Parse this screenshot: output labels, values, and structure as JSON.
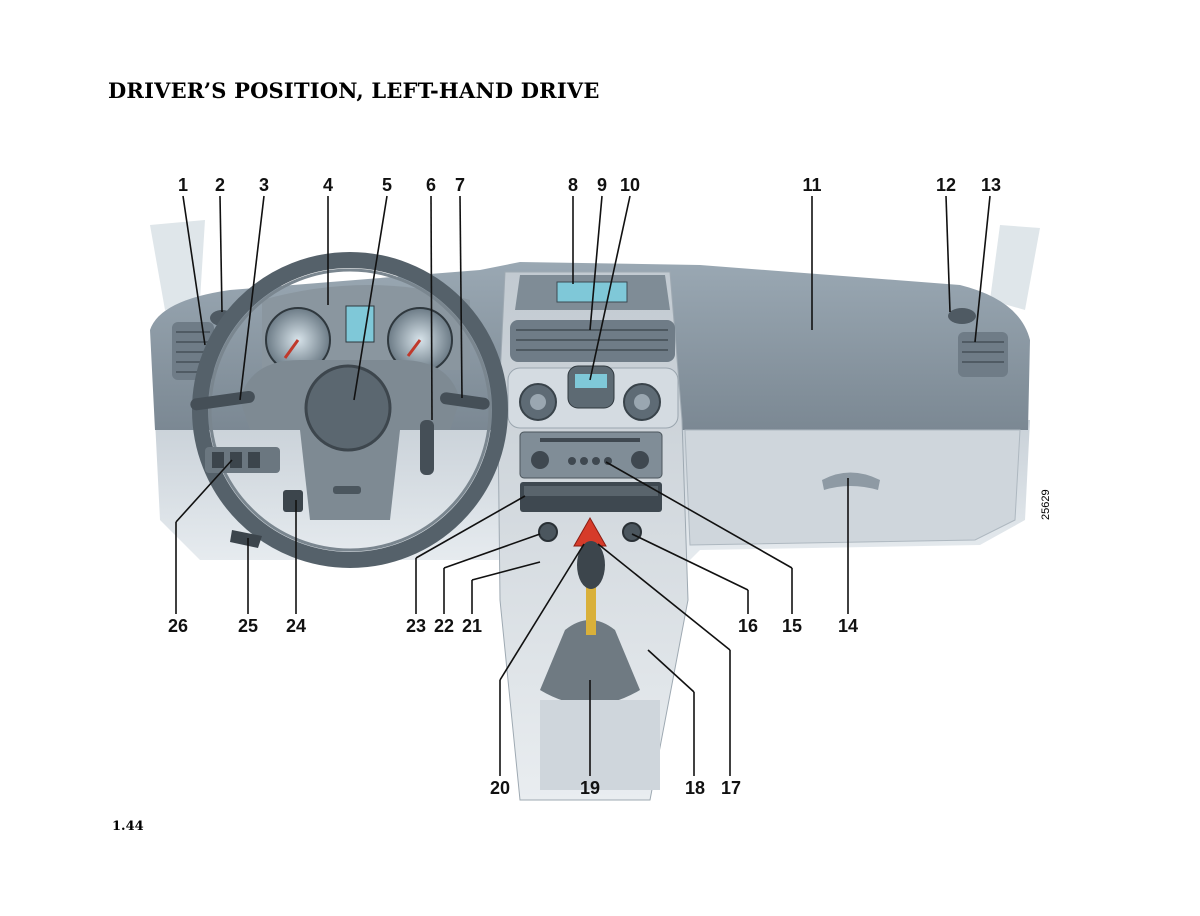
{
  "page": {
    "title": "DRIVER’S POSITION, LEFT-HAND DRIVE",
    "page_number": "1.44",
    "figure_code": "25629"
  },
  "callouts": {
    "c1": "1",
    "c2": "2",
    "c3": "3",
    "c4": "4",
    "c5": "5",
    "c6": "6",
    "c7": "7",
    "c8": "8",
    "c9": "9",
    "c10": "10",
    "c11": "11",
    "c12": "12",
    "c13": "13",
    "c14": "14",
    "c15": "15",
    "c16": "16",
    "c17": "17",
    "c18": "18",
    "c19": "19",
    "c20": "20",
    "c21": "21",
    "c22": "22",
    "c23": "23",
    "c24": "24",
    "c25": "25",
    "c26": "26"
  },
  "colors": {
    "dashboard": "#8e9ca8",
    "console": "#c7cfd6",
    "screen": "#7fc8d8",
    "hazard": "#d63b2a"
  }
}
